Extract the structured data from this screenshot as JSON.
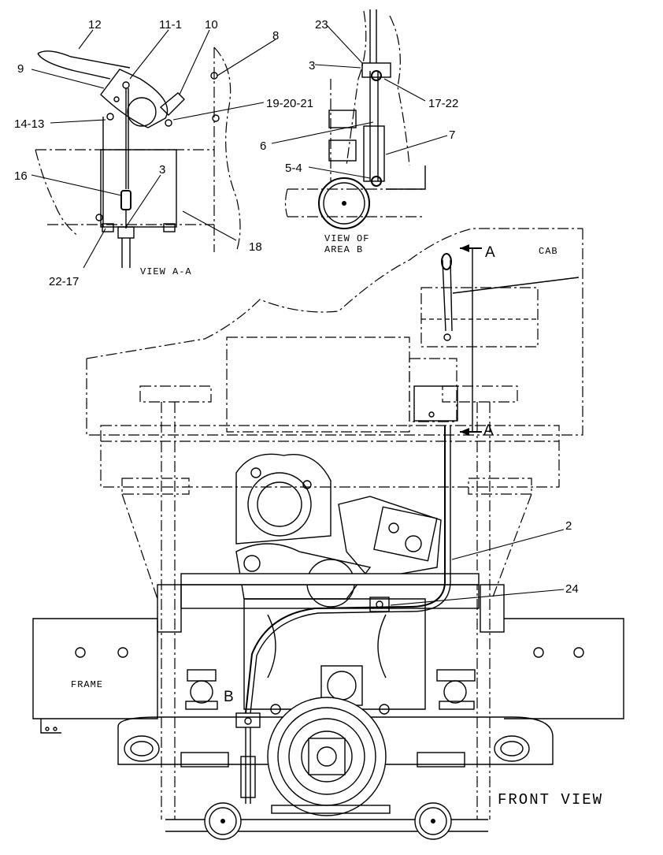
{
  "views": {
    "view_a": "VIEW A-A",
    "view_b_line1": "VIEW OF",
    "view_b_line2": "AREA B",
    "front": "FRONT VIEW"
  },
  "labels": {
    "cab": "CAB",
    "frame": "FRAME",
    "section_a_top": "A",
    "section_a_bottom": "A",
    "area_b": "B"
  },
  "callouts": [
    {
      "id": "c12",
      "text": "12"
    },
    {
      "id": "c11-1",
      "text": "11-1"
    },
    {
      "id": "c10",
      "text": "10"
    },
    {
      "id": "c8",
      "text": "8"
    },
    {
      "id": "c9",
      "text": "9"
    },
    {
      "id": "c19-20-21",
      "text": "19-20-21"
    },
    {
      "id": "c14-13",
      "text": "14-13"
    },
    {
      "id": "c16",
      "text": "16"
    },
    {
      "id": "c3a",
      "text": "3"
    },
    {
      "id": "c18",
      "text": "18"
    },
    {
      "id": "c22-17",
      "text": "22-17"
    },
    {
      "id": "c23",
      "text": "23"
    },
    {
      "id": "c3b",
      "text": "3"
    },
    {
      "id": "c17-22",
      "text": "17-22"
    },
    {
      "id": "c6",
      "text": "6"
    },
    {
      "id": "c7",
      "text": "7"
    },
    {
      "id": "c5-4",
      "text": "5-4"
    },
    {
      "id": "c2",
      "text": "2"
    },
    {
      "id": "c24",
      "text": "24"
    }
  ]
}
